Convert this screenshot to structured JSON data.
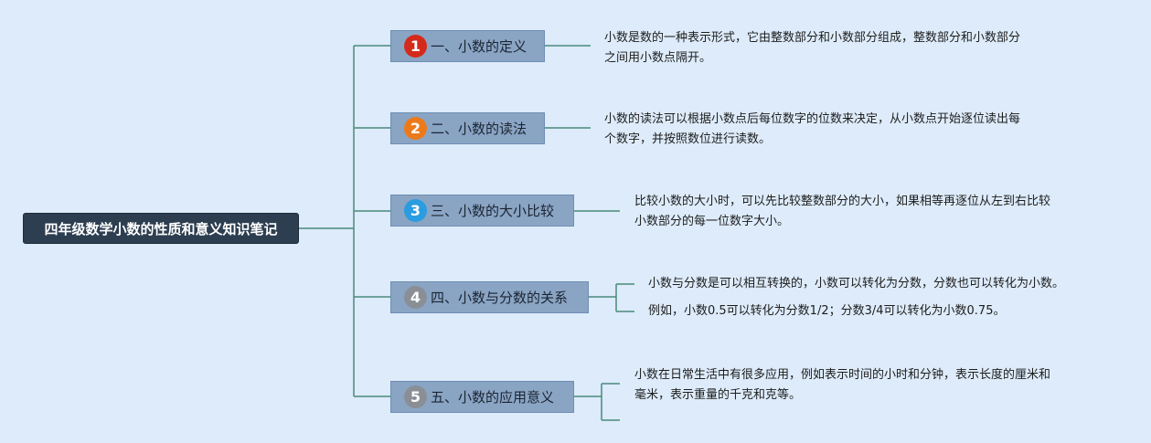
{
  "root": {
    "title": "四年级数学小数的性质和意义知识笔记"
  },
  "branches": [
    {
      "num": "1",
      "label": "一、小数的定义",
      "badge_color": "#d42a1c",
      "desc": [
        "小数是数的一种表示形式，它由整数部分和小数部分组成，整数部分和小数部分",
        "之间用小数点隔开。"
      ]
    },
    {
      "num": "2",
      "label": "二、小数的读法",
      "badge_color": "#ec7a1a",
      "desc": [
        "小数的读法可以根据小数点后每位数字的位数来决定，从小数点开始逐位读出每",
        "个数字，并按照数位进行读数。"
      ]
    },
    {
      "num": "3",
      "label": "三、小数的大小比较",
      "badge_color": "#2a9ce0",
      "desc": [
        "比较小数的大小时，可以先比较整数部分的大小，如果相等再逐位从左到右比较",
        "小数部分的每一位数字大小。"
      ]
    },
    {
      "num": "4",
      "label": "四、小数与分数的关系",
      "badge_color": "#8a8f96",
      "desc": [
        "小数与分数是可以相互转换的，小数可以转化为分数，分数也可以转化为小数。"
      ],
      "desc2": "例如，小数0.5可以转化为分数1/2；分数3/4可以转化为小数0.75。"
    },
    {
      "num": "5",
      "label": "五、小数的应用意义",
      "badge_color": "#8a8f96",
      "desc": [
        "小数在日常生活中有很多应用，例如表示时间的小时和分钟，表示长度的厘米和",
        "毫米，表示重量的千克和克等。"
      ]
    }
  ]
}
